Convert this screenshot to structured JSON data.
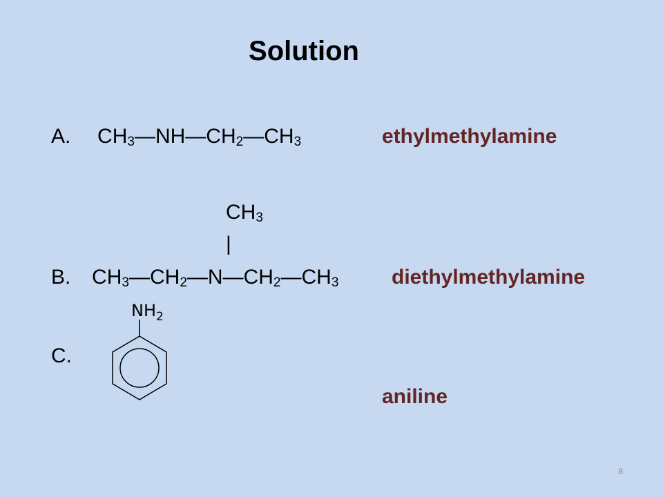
{
  "slide": {
    "title": "Solution",
    "page_number": "8"
  },
  "items": [
    {
      "letter": "A.",
      "parts": [
        "CH",
        "3",
        "—NH—CH",
        "2",
        "—CH",
        "3"
      ],
      "name": "ethylmethylamine"
    },
    {
      "letter": "B.",
      "branch_top": [
        "CH",
        "3"
      ],
      "branch_bond": "|",
      "parts": [
        "CH",
        "3",
        "—CH",
        "2",
        "—N—CH",
        "2",
        "—CH",
        "3"
      ],
      "name": "diethylmethylamine"
    },
    {
      "letter": "C.",
      "substituent": [
        "NH",
        "2"
      ],
      "name": "aniline"
    }
  ]
}
